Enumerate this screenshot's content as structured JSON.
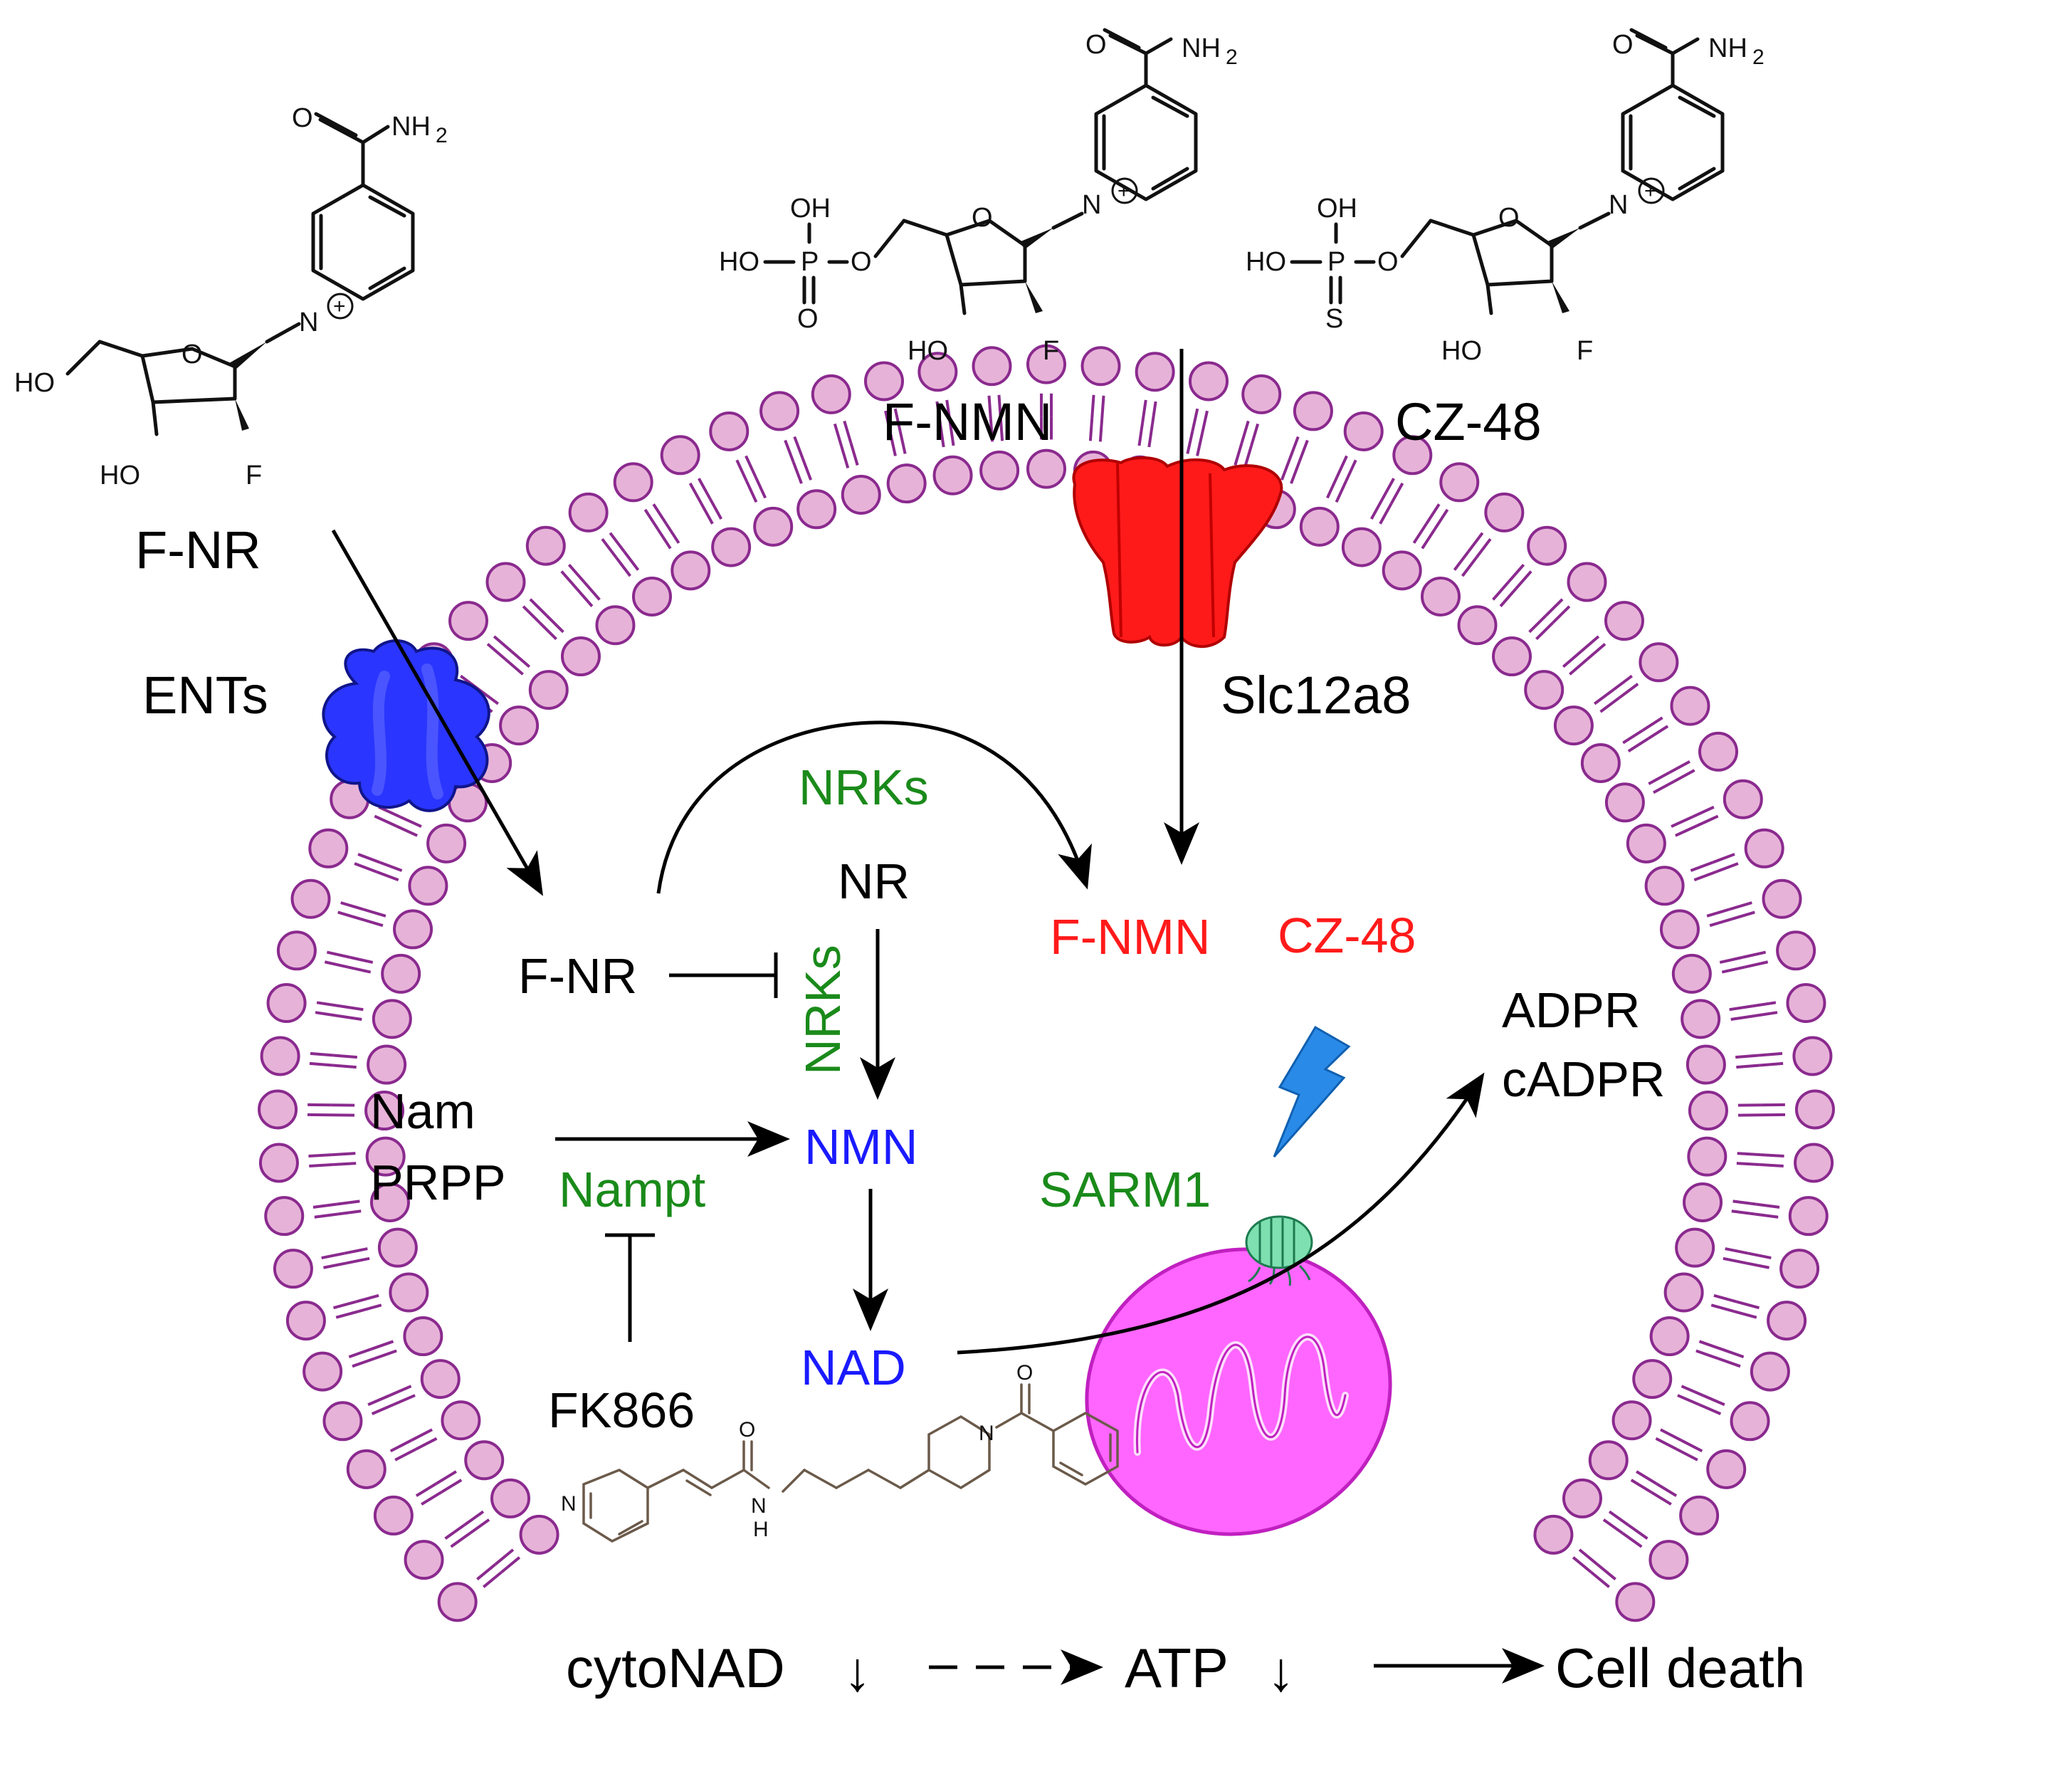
{
  "molecules": {
    "fnr_name": "F-NR",
    "fnmn_name": "F-NMN",
    "cz48_name": "CZ-48",
    "fk866_name": "FK866"
  },
  "transporters": {
    "ents": "ENTs",
    "slc": "Slc12a8"
  },
  "pathway": {
    "nrks_top": "NRKs",
    "nrks_side": "NRKs",
    "nr": "NR",
    "fnr_inside": "F-NR",
    "fnmn_inside": "F-NMN",
    "cz48_inside": "CZ-48",
    "nam": "Nam",
    "prpp": "PRPP",
    "nampt": "Nampt",
    "nmn": "NMN",
    "nad": "NAD",
    "sarm1": "SARM1",
    "adpr": "ADPR",
    "cadpr": "cADPR"
  },
  "outcome": {
    "cytonad": "cytoNAD",
    "atp": "ATP",
    "down_arrow": "↓",
    "cell_death": "Cell death"
  },
  "atoms": {
    "o": "O",
    "nh2": "NH",
    "nh2_sub": "2",
    "n": "N",
    "nh": "N",
    "h": "H",
    "ho": "HO",
    "oh": "OH",
    "f": "F",
    "p": "P",
    "s": "S",
    "plus": "+"
  },
  "colors": {
    "membrane": "#e7b2d8",
    "membrane_stroke": "#8a2a8e",
    "ents_blue": "#2a35ff",
    "slc_red": "#ff1a1a",
    "green_label": "#1a8a1a",
    "red_label": "#ff1a1a",
    "blue_label": "#1a1aff",
    "mito": "#ff66ff",
    "sarm1": "#7ee0b0",
    "bolt": "#2a8ae8"
  }
}
